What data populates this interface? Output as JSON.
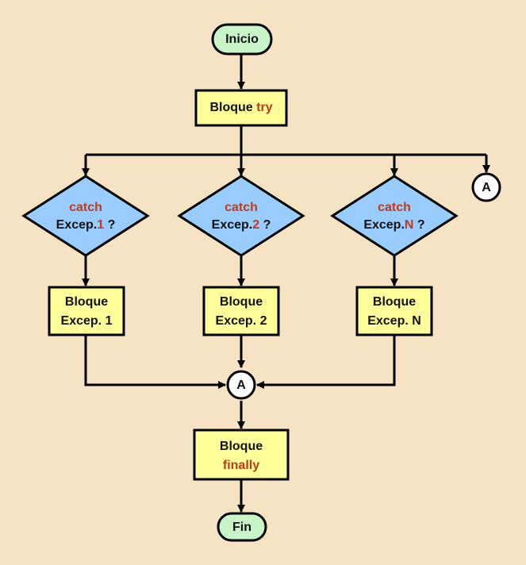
{
  "colors": {
    "background": "#f5e3c3",
    "terminal_fill": "#c8f5c8",
    "process_fill": "#ffff99",
    "decision_fill": "#99ccff",
    "keyword": "#c0391b",
    "stroke": "#000000"
  },
  "nodes": {
    "start": {
      "label": "Inicio"
    },
    "try_block": {
      "text": "Bloque ",
      "keyword": "try"
    },
    "decision_1": {
      "keyword": "catch",
      "prefix": "Excep.",
      "index": "1",
      "suffix": " ?"
    },
    "decision_2": {
      "keyword": "catch",
      "prefix": "Excep.",
      "index": "2",
      "suffix": " ?"
    },
    "decision_n": {
      "keyword": "catch",
      "prefix": "Excep.",
      "index": "N",
      "suffix": " ?"
    },
    "handler_1": {
      "line1": "Bloque",
      "line2": "Excep. 1"
    },
    "handler_2": {
      "line1": "Bloque",
      "line2": "Excep. 2"
    },
    "handler_n": {
      "line1": "Bloque",
      "line2": "Excep. N"
    },
    "connector_out": {
      "label": "A"
    },
    "connector_join": {
      "label": "A"
    },
    "finally_block": {
      "line1": "Bloque",
      "keyword": "finally"
    },
    "end": {
      "label": "Fin"
    }
  }
}
